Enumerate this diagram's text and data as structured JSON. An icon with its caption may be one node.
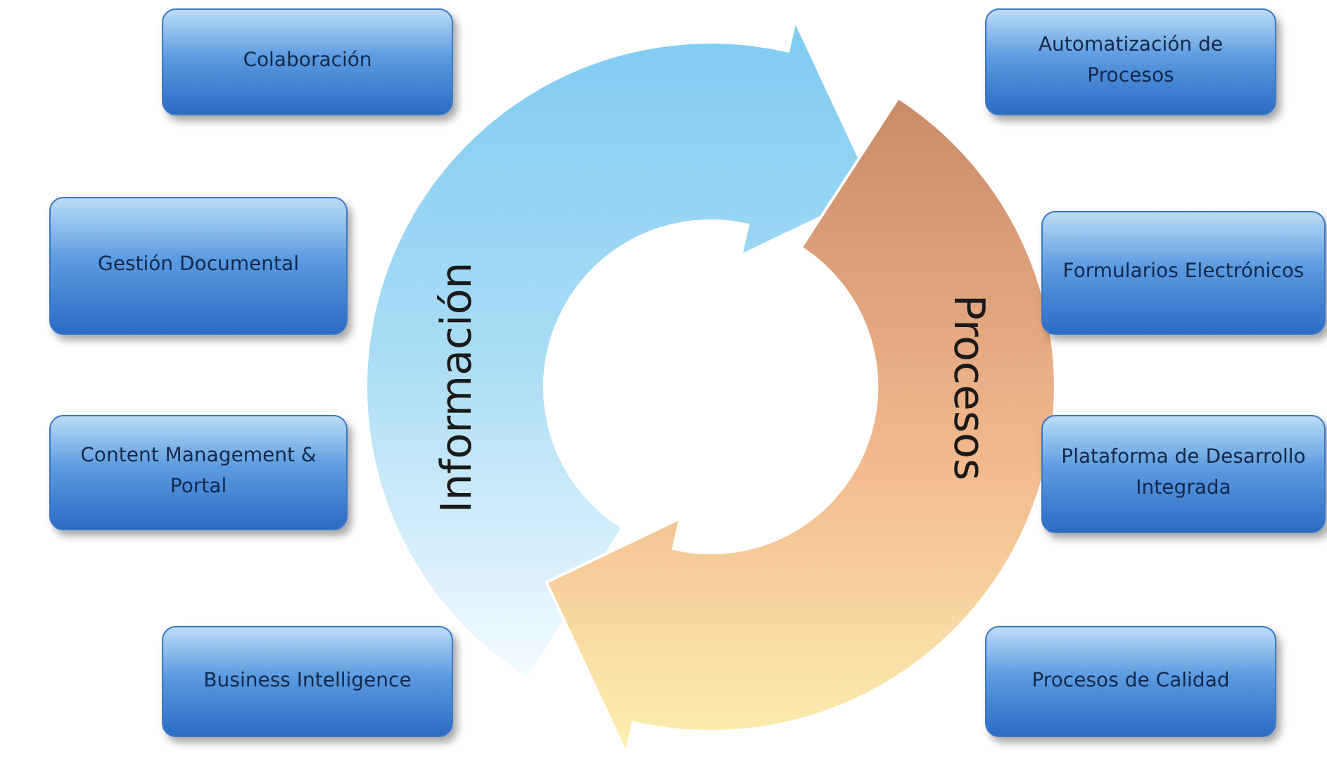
{
  "diagram": {
    "nodes": [
      {
        "text": [
          "Colaboración"
        ]
      },
      {
        "text": [
          "Gestión Documental"
        ]
      },
      {
        "text": [
          "Content Management & Portal"
        ]
      },
      {
        "text": [
          "Business Intelligence"
        ]
      },
      {
        "text": [
          "Información"
        ]
      },
      {
        "text": [
          "Procesos"
        ]
      },
      {
        "text": [
          "Automatización de Procesos"
        ]
      },
      {
        "text": [
          "Formularios Electrónicos"
        ]
      },
      {
        "text": [
          "Plataforma de Desarrollo Integrada"
        ]
      },
      {
        "text": [
          "Procesos de Calidad"
        ]
      }
    ]
  }
}
